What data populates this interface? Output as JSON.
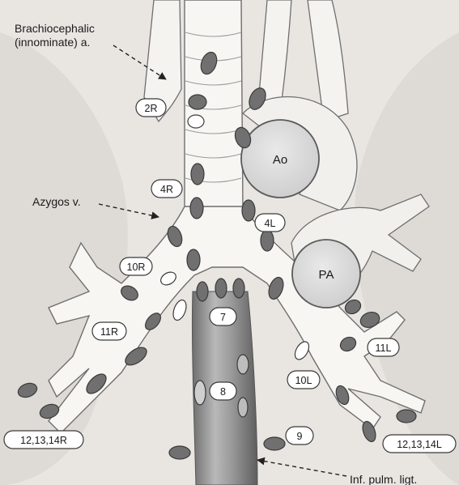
{
  "figure": {
    "callouts": {
      "brachiocephalic_line1": "Brachiocephalic",
      "brachiocephalic_line2": "(innominate) a.",
      "azygos": "Azygos v.",
      "inf_pulm_ligt": "Inf. pulm. ligt."
    },
    "vessels": {
      "aorta": "Ao",
      "pulmonary_artery": "PA"
    },
    "stations": {
      "s2R": "2R",
      "s4R": "4R",
      "s4L": "4L",
      "s10R": "10R",
      "s11R": "11R",
      "s7": "7",
      "s8": "8",
      "s9": "9",
      "s10L": "10L",
      "s11L": "11L",
      "s12R": "12,13,14R",
      "s12L": "12,13,14L"
    },
    "colors": {
      "background": "#e9e6e2",
      "airway": "#f7f6f3",
      "outline": "#6f6f6f",
      "node_dark": "#707070",
      "node_light": "#ffffff",
      "esophagus": "#8d8d8d"
    }
  }
}
